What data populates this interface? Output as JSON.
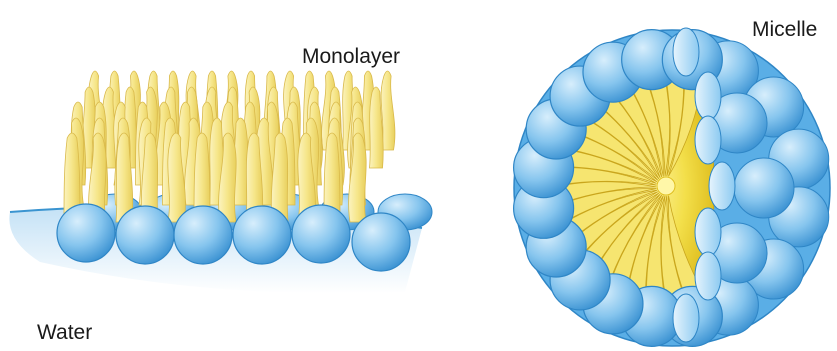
{
  "labels": {
    "monolayer": "Monolayer",
    "micelle": "Micelle",
    "water": "Water"
  },
  "colors": {
    "head_fill": "#7fc0ec",
    "head_stroke": "#2f86c6",
    "tail_fill": "#f8ec9a",
    "tail_stroke": "#d9b94a",
    "core_fill": "#f0dc3c",
    "water_fill": "#cfe6f6",
    "water_line": "#3a94d0"
  }
}
